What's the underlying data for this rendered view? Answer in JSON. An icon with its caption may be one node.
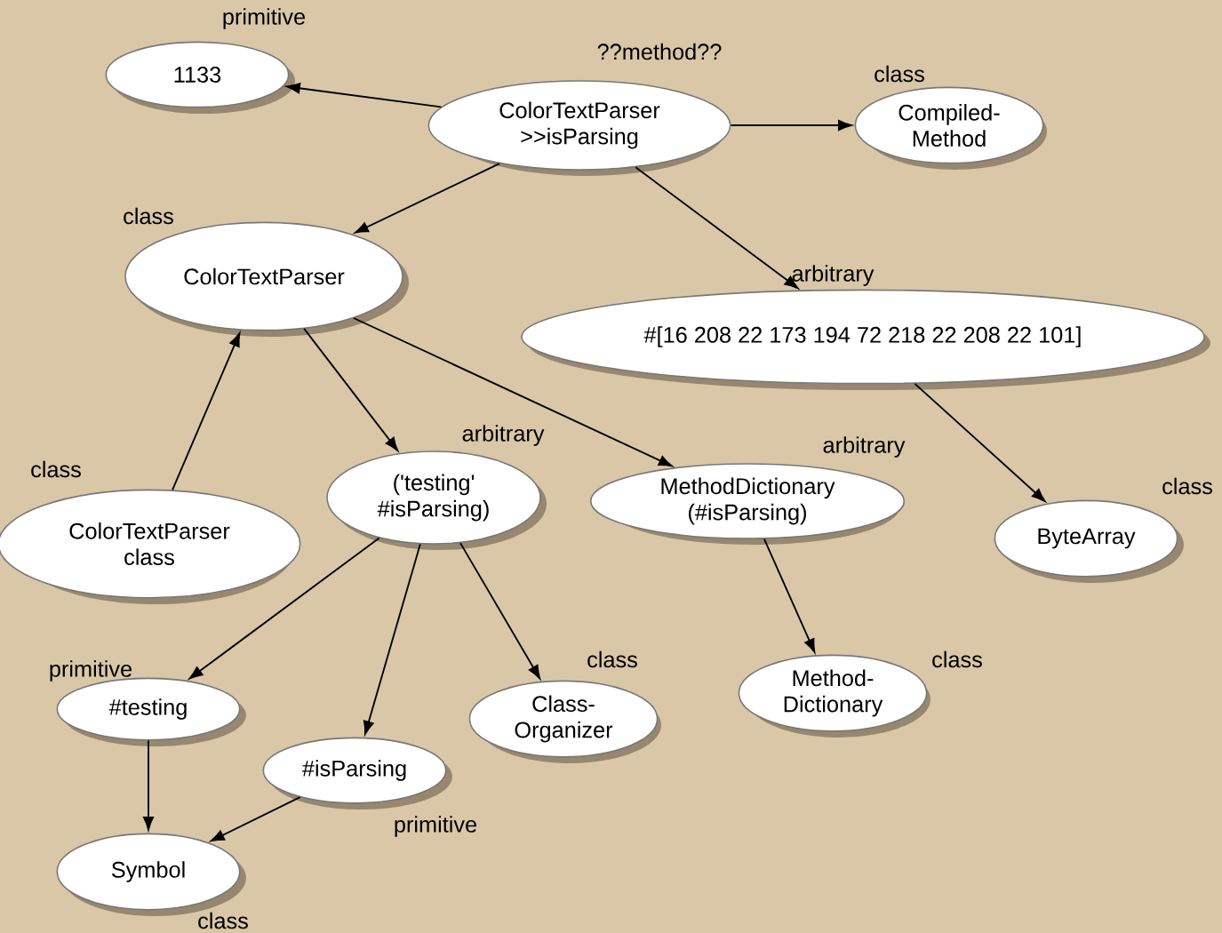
{
  "diagram": {
    "nodes": [
      {
        "text": [
          "1133"
        ],
        "beside": [
          "primitive"
        ]
      },
      {
        "text": [
          "ColorTextParser >>isParsing"
        ],
        "beside": [
          "??method??"
        ]
      },
      {
        "text": [
          "Compiled- Method"
        ],
        "beside": [
          "class"
        ]
      },
      {
        "text": [
          "ColorTextParser"
        ],
        "beside": [
          "class"
        ]
      },
      {
        "text": [
          "#[16 208 22 173 194 72 218 22 208 22 101]"
        ],
        "beside": [
          "arbitrary"
        ]
      },
      {
        "text": [
          "ColorTextParser class"
        ],
        "beside": [
          "class"
        ]
      },
      {
        "text": [
          "('testing' #isParsing)"
        ],
        "beside": [
          "arbitrary"
        ]
      },
      {
        "text": [
          "MethodDictionary (#isParsing)"
        ],
        "beside": [
          "arbitrary"
        ]
      },
      {
        "text": [
          "ByteArray"
        ],
        "beside": [
          "class"
        ]
      },
      {
        "text": [
          "#testing"
        ],
        "beside": [
          "primitive"
        ]
      },
      {
        "text": [
          "Class- Organizer"
        ],
        "beside": [
          "class"
        ]
      },
      {
        "text": [
          "Method- Dictionary"
        ],
        "beside": [
          "class"
        ]
      },
      {
        "text": [
          "#isParsing"
        ],
        "beside": [
          "primitive"
        ]
      },
      {
        "text": [
          "Symbol"
        ],
        "beside": [
          "class"
        ]
      }
    ],
    "edges": [
      {
        "from": 1,
        "to": 0,
        "arrow": "to"
      },
      {
        "from": 1,
        "to": 2,
        "arrow": "to"
      },
      {
        "from": 1,
        "to": 3,
        "arrow": "to"
      },
      {
        "from": 1,
        "to": 4,
        "arrow": "to"
      },
      {
        "from": 3,
        "to": 6,
        "arrow": "to"
      },
      {
        "from": 3,
        "to": 7,
        "arrow": "to"
      },
      {
        "from": 5,
        "to": 3,
        "arrow": "to"
      },
      {
        "from": 4,
        "to": 8,
        "arrow": "to"
      },
      {
        "from": 6,
        "to": 9,
        "arrow": "to"
      },
      {
        "from": 6,
        "to": 12,
        "arrow": "to"
      },
      {
        "from": 6,
        "to": 10,
        "arrow": "to"
      },
      {
        "from": 7,
        "to": 11,
        "arrow": "to"
      },
      {
        "from": 9,
        "to": 13,
        "arrow": "to"
      },
      {
        "from": 12,
        "to": 13,
        "arrow": "to"
      }
    ]
  }
}
